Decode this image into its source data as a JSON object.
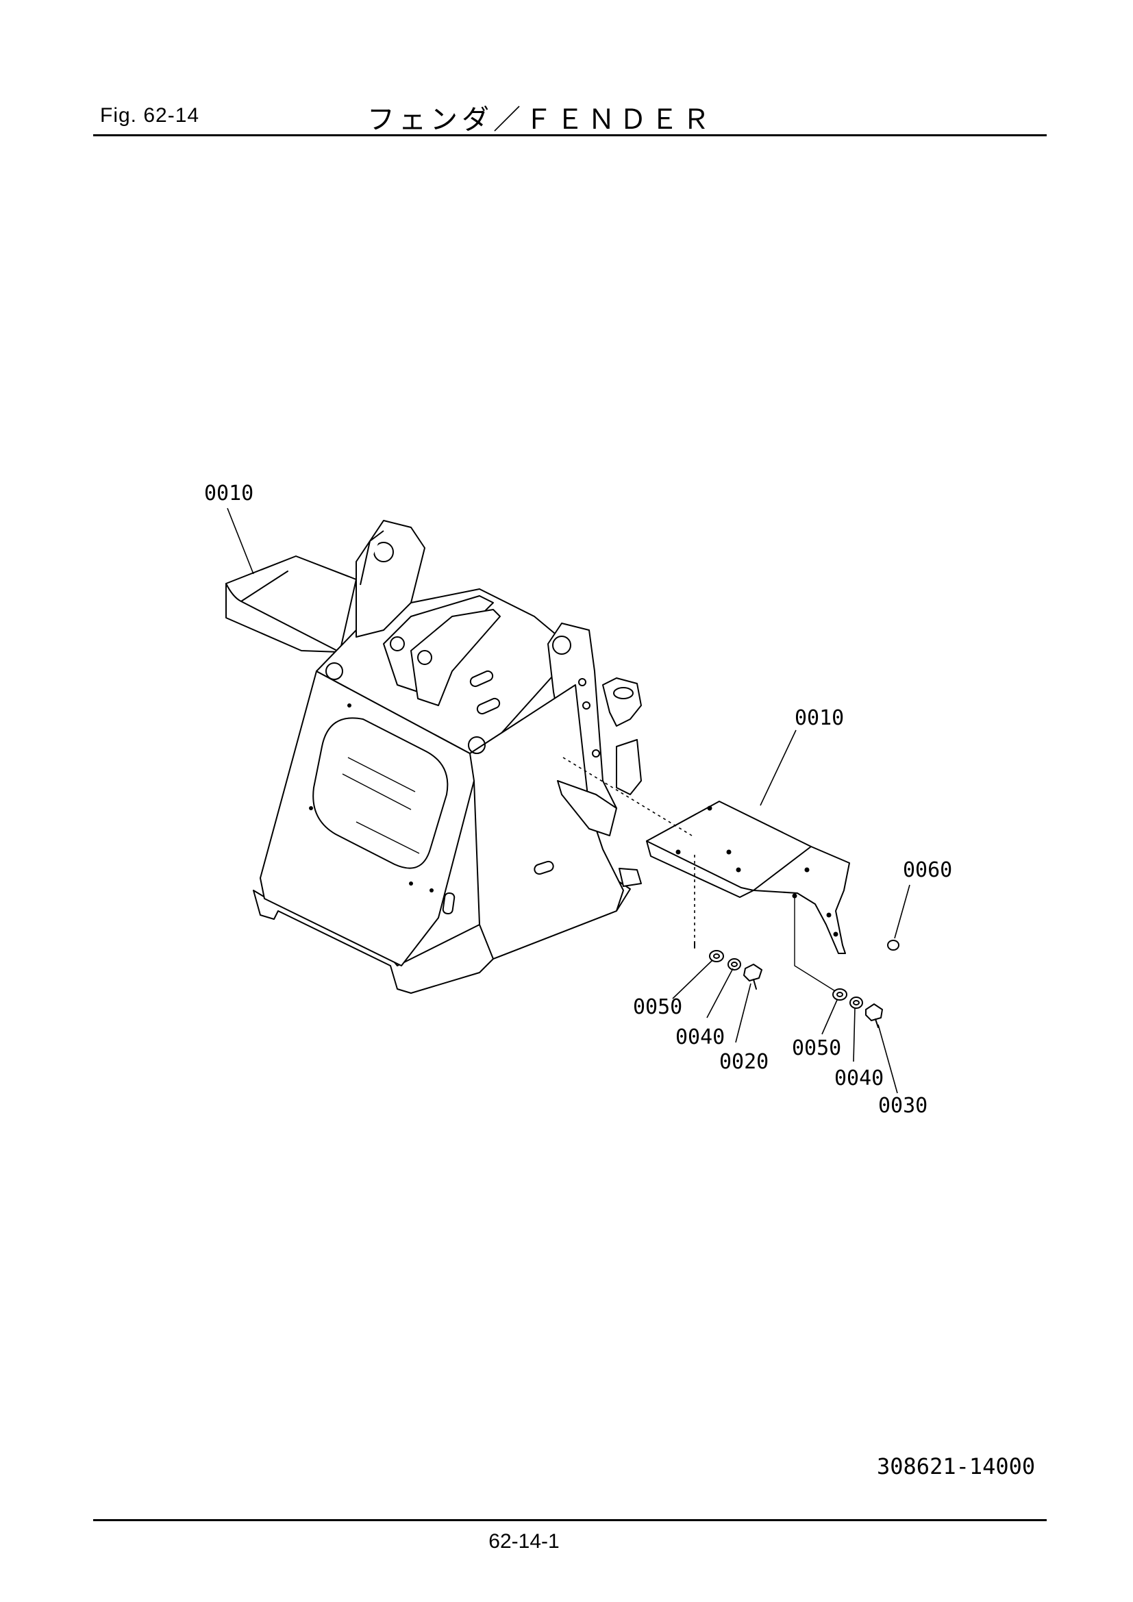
{
  "header": {
    "fig_label": "Fig.  62-14",
    "title": "フェンダ／ＦＥＮＤＥＲ"
  },
  "footer": {
    "page_number": "62-14-1",
    "drawing_number": "308621-14000"
  },
  "callouts": {
    "fender_left": "0010",
    "fender_right": "0010",
    "bolt_a": "0020",
    "bolt_b": "0030",
    "lock_washer_a": "0040",
    "lock_washer_b": "0040",
    "plain_washer_a": "0050",
    "plain_washer_b": "0050",
    "plug": "0060"
  }
}
